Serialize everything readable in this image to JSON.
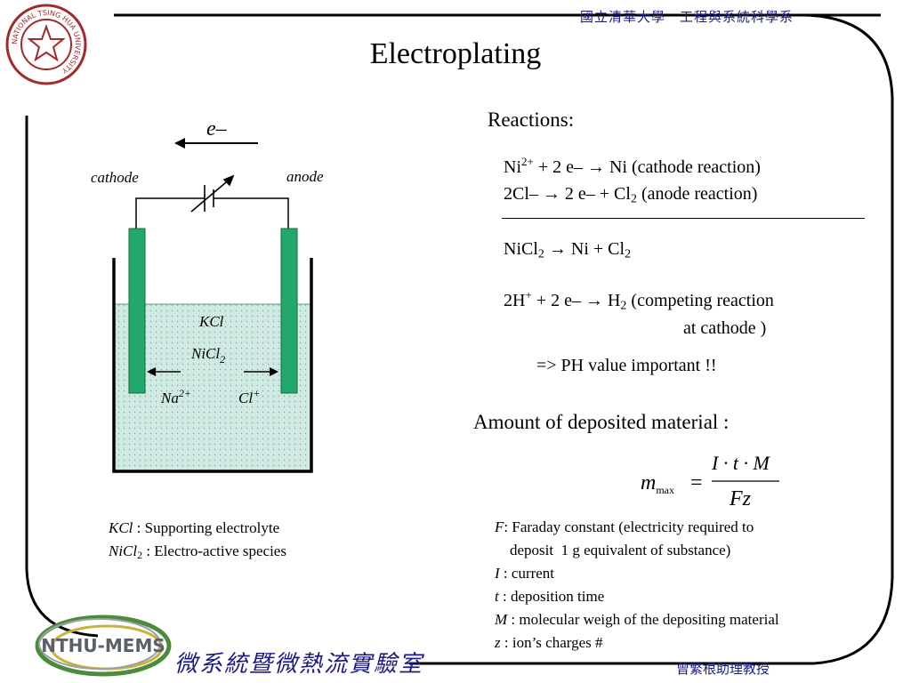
{
  "header": {
    "university_dept": "國立清華大學　工程與系統科學系",
    "seal_text": "NATIONAL TSING HUA UNIVERSITY"
  },
  "title": "Electroplating",
  "diagram": {
    "electron": "e–",
    "cathode": "cathode",
    "anode": "anode",
    "kcl": "KCl",
    "nicl2": "NiCl",
    "nicl2_sub": "2",
    "na": "Na",
    "na_sup": "2+",
    "cl": "Cl",
    "cl_sup": "+"
  },
  "legend": {
    "kcl_name": "KCl",
    "kcl_desc": " : Supporting electrolyte",
    "nicl2_name": "NiCl",
    "nicl2_sub": "2",
    "nicl2_desc": " : Electro-active species"
  },
  "reactions": {
    "title": "Reactions:",
    "r1": {
      "a": "Ni",
      "a_sup": "2+",
      "b": " + 2 e– → Ni   (cathode reaction)"
    },
    "r2": {
      "a": "2Cl– → 2 e– + Cl",
      "a_sub": "2",
      "b": "  (anode reaction)"
    },
    "net": {
      "a": "NiCl",
      "a_sub": "2",
      "b": "   →   Ni + Cl",
      "b_sub": "2"
    },
    "r3": {
      "a": "2H",
      "a_sup": "+",
      "b": " + 2 e– → H",
      "b_sub": "2",
      "c": "   (competing reaction"
    },
    "r3_cont": "at cathode )",
    "ph_note": "=> PH value important !!"
  },
  "amount": {
    "title": "Amount of deposited material :",
    "formula": {
      "lhs": "m",
      "lhs_sub": "max",
      "eq": "=",
      "num": "I · t · M",
      "den": "Fz"
    }
  },
  "definitions": [
    {
      "sym": "F",
      "text": ": Faraday constant (electricity required to"
    },
    {
      "sym": "",
      "text": "    deposit  1 g equivalent of substance)"
    },
    {
      "sym": "I",
      "text": " : current"
    },
    {
      "sym": "t",
      "text": " : deposition time"
    },
    {
      "sym": "M",
      "text": " : molecular weigh of the depositing material"
    },
    {
      "sym": "z",
      "text": " : ion’s charges #"
    }
  ],
  "footer": {
    "lab_name": "微系統暨微熱流實驗室",
    "professor": "曾繁根助理教授",
    "logo_text": "NTHU-MEMS"
  },
  "colors": {
    "electrolyte": "#cfe9e3",
    "electrode": "#21a86a",
    "ink": "#1a1a8a"
  }
}
